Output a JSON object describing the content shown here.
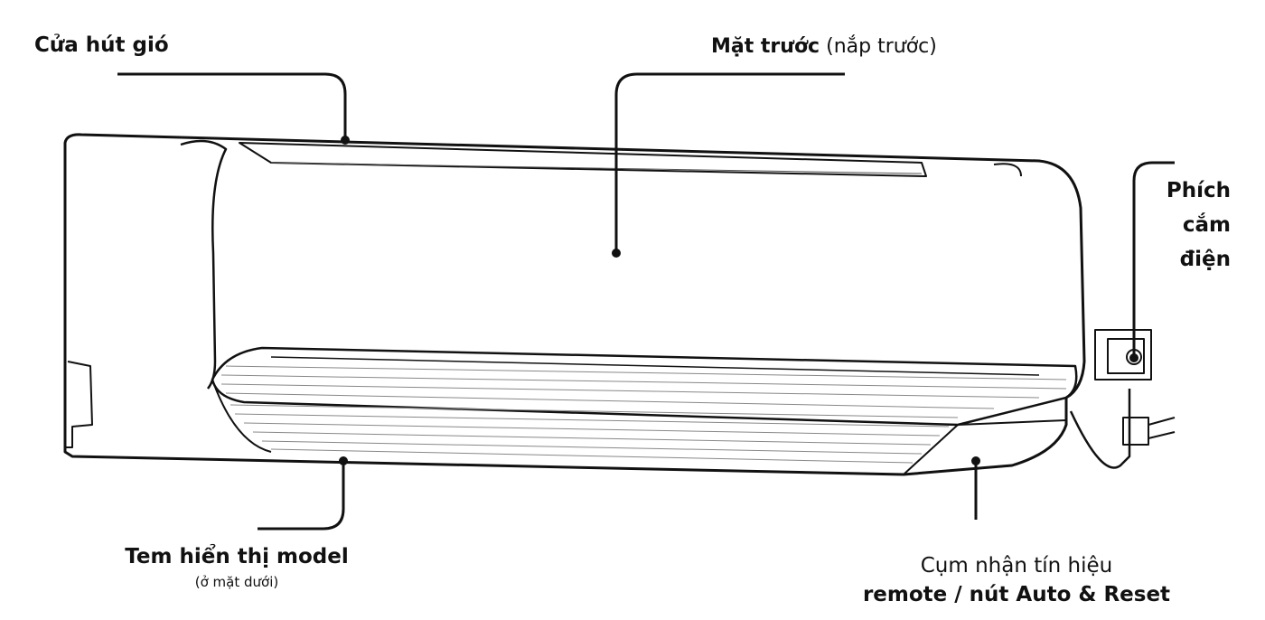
{
  "labels": {
    "air_intake": "Cửa hút gió",
    "front_panel_bold": "Mặt trước",
    "front_panel_note": "(nắp trước)",
    "plug_line1": "Phích",
    "plug_line2": "cắm",
    "plug_line3": "điện",
    "model_label": "Tem hiển thị model",
    "model_note": "(ở mặt dưới)",
    "receiver_line1": "Cụm nhận tín hiệu",
    "receiver_line2": "remote / nút Auto & Reset"
  }
}
